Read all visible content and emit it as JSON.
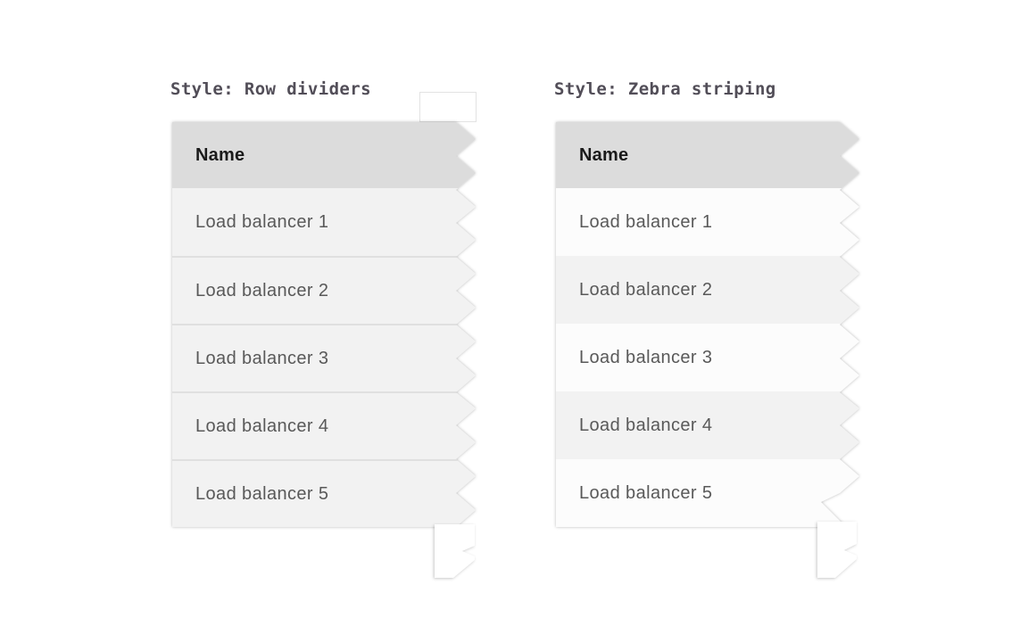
{
  "left_panel": {
    "title": "Style: Row dividers",
    "style": "row-dividers",
    "table": {
      "header": "Name",
      "rows": [
        "Load balancer 1",
        "Load balancer 2",
        "Load balancer 3",
        "Load balancer 4",
        "Load balancer 5"
      ]
    }
  },
  "right_panel": {
    "title": "Style: Zebra striping",
    "style": "zebra-striping",
    "table": {
      "header": "Name",
      "rows": [
        "Load balancer 1",
        "Load balancer 2",
        "Load balancer 3",
        "Load balancer 4",
        "Load balancer 5"
      ]
    }
  },
  "colors": {
    "page_background": "#ffffff",
    "title_text": "#524e58",
    "header_background": "#dcdcdc",
    "header_text": "#1a1a1a",
    "row_background": "#f2f2f2",
    "zebra_alt_row_background": "#fcfcfc",
    "row_divider": "#e0e0e0",
    "row_text": "#595959",
    "torn_scrap_fill": "#ffffff"
  }
}
